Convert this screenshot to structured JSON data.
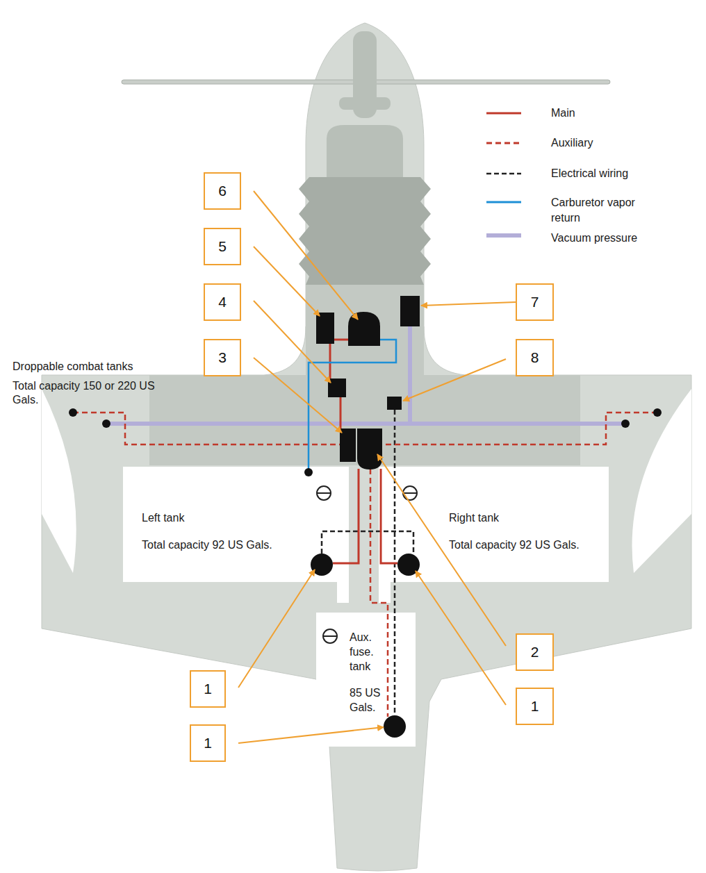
{
  "diagram": {
    "nodes": [
      {
        "text": [
          "6"
        ]
      },
      {
        "text": [
          "5"
        ]
      },
      {
        "text": [
          "7"
        ]
      },
      {
        "text": [
          "4"
        ]
      },
      {
        "text": [
          "3"
        ]
      },
      {
        "text": [
          "8"
        ]
      },
      {
        "text": [
          "Left tank",
          "Total capacity 92 US Gals."
        ]
      },
      {
        "text": [
          "Right tank",
          "Total capacity 92 US Gals."
        ]
      },
      {
        "text": [
          "2"
        ]
      },
      {
        "text": [
          "1"
        ]
      },
      {
        "text": [
          "Aux. fuse. tank",
          "85 US Gals."
        ]
      },
      {
        "text": [
          "1"
        ]
      },
      {
        "text": [
          "1"
        ]
      }
    ],
    "labels": [
      "Droppable combat tanks",
      "Total capacity 150 or 220 US Gals."
    ],
    "legend": [
      {
        "text": "Main"
      },
      {
        "text": "Auxiliary"
      },
      {
        "text": "Electrical wiring"
      },
      {
        "text": "Carburetor vapor return"
      },
      {
        "text": "Vacuum pressure"
      }
    ]
  }
}
